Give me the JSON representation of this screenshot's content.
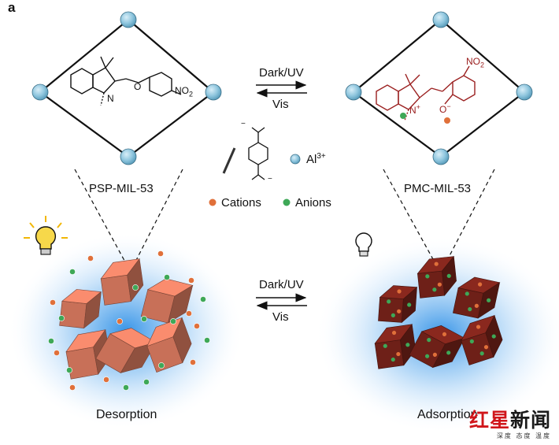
{
  "panel_label": "a",
  "left_frame": {
    "name": "PSP-MIL-53",
    "molecule": {
      "substituent": "NO",
      "sub": "2",
      "ring_n": "N",
      "ring_o": "O"
    }
  },
  "right_frame": {
    "name": "PMC-MIL-53",
    "molecule": {
      "substituent": "NO",
      "sub": "2",
      "ring_n": "N",
      "charge": "+",
      "phenolate_o": "O",
      "phenolate_charge": "−"
    }
  },
  "top_equilibrium": {
    "forward": "Dark/UV",
    "reverse": "Vis"
  },
  "bottom_equilibrium": {
    "forward": "Dark/UV",
    "reverse": "Vis"
  },
  "legend": {
    "metal": {
      "symbol": "Al",
      "charge": "3+"
    },
    "linker_charge": "−",
    "cations": "Cations",
    "anions": "Anions"
  },
  "states": {
    "left": "Desorption",
    "right": "Adsorption"
  },
  "watermark": {
    "brand_red": "红星",
    "brand_black": "新闻",
    "tagline": "深度 态度 温度"
  },
  "colors": {
    "node": "#8fc6de",
    "cube": "#c87058",
    "cube_dark": "#6e2018",
    "glow": "#2d8fe6",
    "cation": "#e0703a",
    "anion": "#3ea857",
    "merocyanine": "#9b2020",
    "brand_red": "#d0161b"
  },
  "icons": [
    "lit-bulb-icon",
    "unlit-bulb-icon"
  ]
}
